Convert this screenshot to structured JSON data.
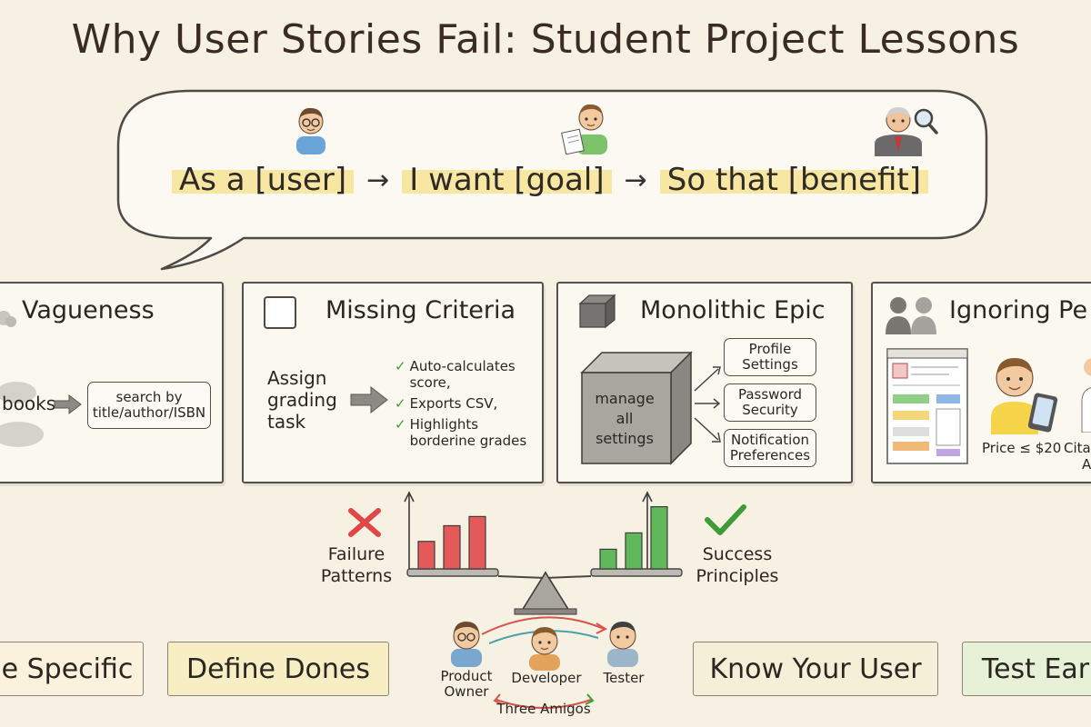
{
  "title": "Why User Stories Fail: Student Project Lessons",
  "template": {
    "part1": "As a [user]",
    "part2": "I want [goal]",
    "part3": "So that [benefit]",
    "arrow": "→"
  },
  "panels": {
    "vagueness": {
      "title": "Vagueness",
      "vague_text": "books",
      "specific_text": "search by title/author/ISBN"
    },
    "missing_criteria": {
      "title": "Missing Criteria",
      "task": "Assign grading task",
      "criteria": [
        "Auto-calculates score,",
        "Exports CSV,",
        "Highlights borderine grades"
      ],
      "check_glyph": "✓"
    },
    "monolithic_epic": {
      "title": "Monolithic Epic",
      "epic": "manage all settings",
      "stories": [
        "Profile Settings",
        "Password Security",
        "Notification Preferences"
      ]
    },
    "ignoring_personas": {
      "title": "Ignoring Pe",
      "price": "Price ≤ $20",
      "cut_label_1": "Citat",
      "cut_label_2": "A"
    }
  },
  "balance": {
    "failure_label": "Failure Patterns",
    "success_label": "Success Principles",
    "failure_bars": [
      0.42,
      0.66,
      0.8
    ],
    "success_bars": [
      0.3,
      0.55,
      0.95
    ],
    "failure_color": "#e45a5a",
    "success_color": "#5fb85a"
  },
  "tapes": {
    "be_specific": "e Specific",
    "define_dones": "Define Dones",
    "know_your_user": "Know Your User",
    "test_early": "Test Ear"
  },
  "amigos": {
    "product_owner": "Product Owner",
    "developer": "Developer",
    "tester": "Tester",
    "caption": "Three Amigos"
  }
}
